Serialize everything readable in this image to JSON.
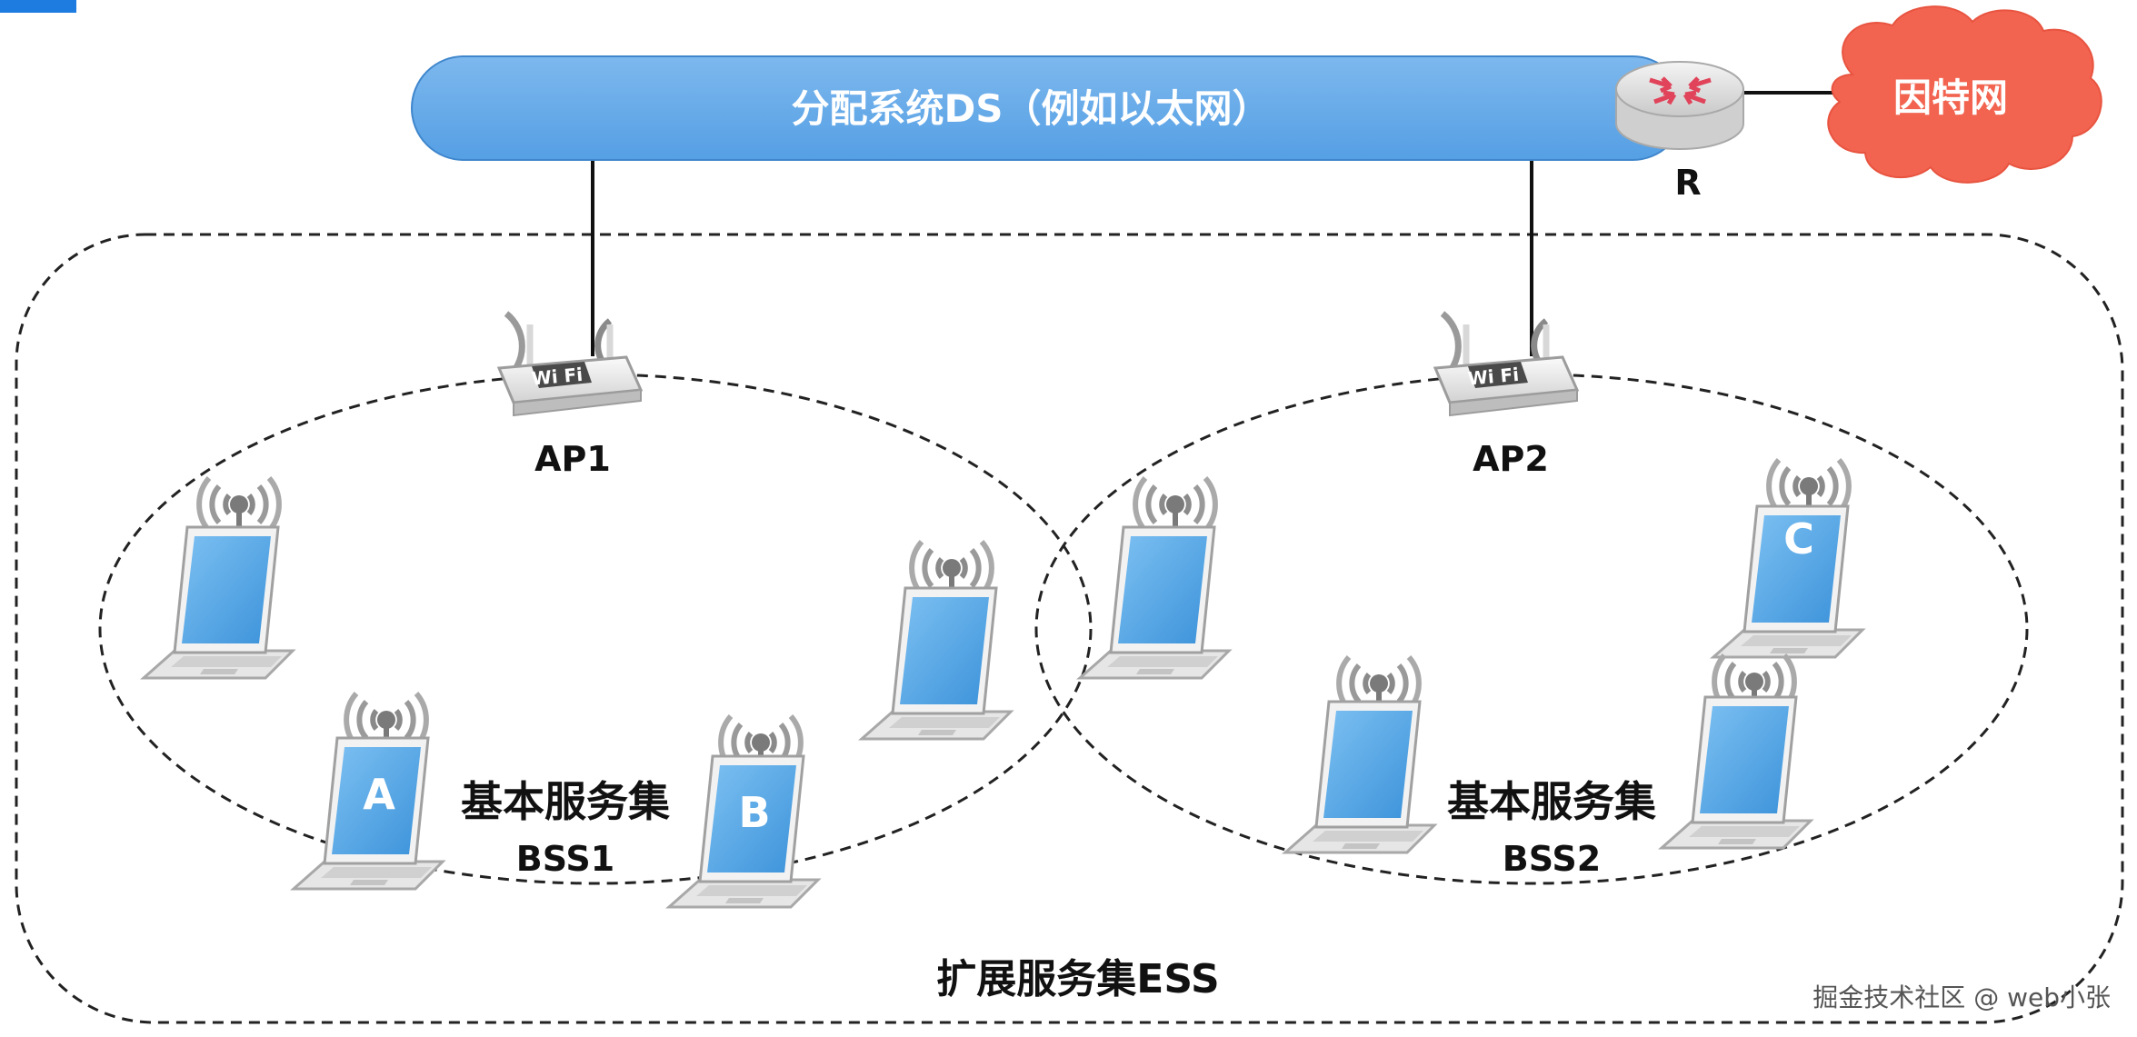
{
  "distribution_system": {
    "label": "分配系统DS（例如以太网）"
  },
  "internet": {
    "label": "因特网"
  },
  "router": {
    "label": "R"
  },
  "access_points": [
    {
      "label": "AP1",
      "badge": "Wi Fi"
    },
    {
      "label": "AP2",
      "badge": "Wi Fi"
    }
  ],
  "bss": [
    {
      "title": "基本服务集",
      "subtitle": "BSS1"
    },
    {
      "title": "基本服务集",
      "subtitle": "BSS2"
    }
  ],
  "ess": {
    "label": "扩展服务集ESS"
  },
  "stations": [
    {
      "letter": ""
    },
    {
      "letter": ""
    },
    {
      "letter": "A"
    },
    {
      "letter": "B"
    },
    {
      "letter": ""
    },
    {
      "letter": "C"
    },
    {
      "letter": ""
    },
    {
      "letter": ""
    }
  ],
  "watermark": "掘金技术社区 @ web小张",
  "colors": {
    "ds_bar": "#62A8EA",
    "cloud": "#F26450",
    "screen": "#4FA3E3",
    "text": "#111111"
  }
}
